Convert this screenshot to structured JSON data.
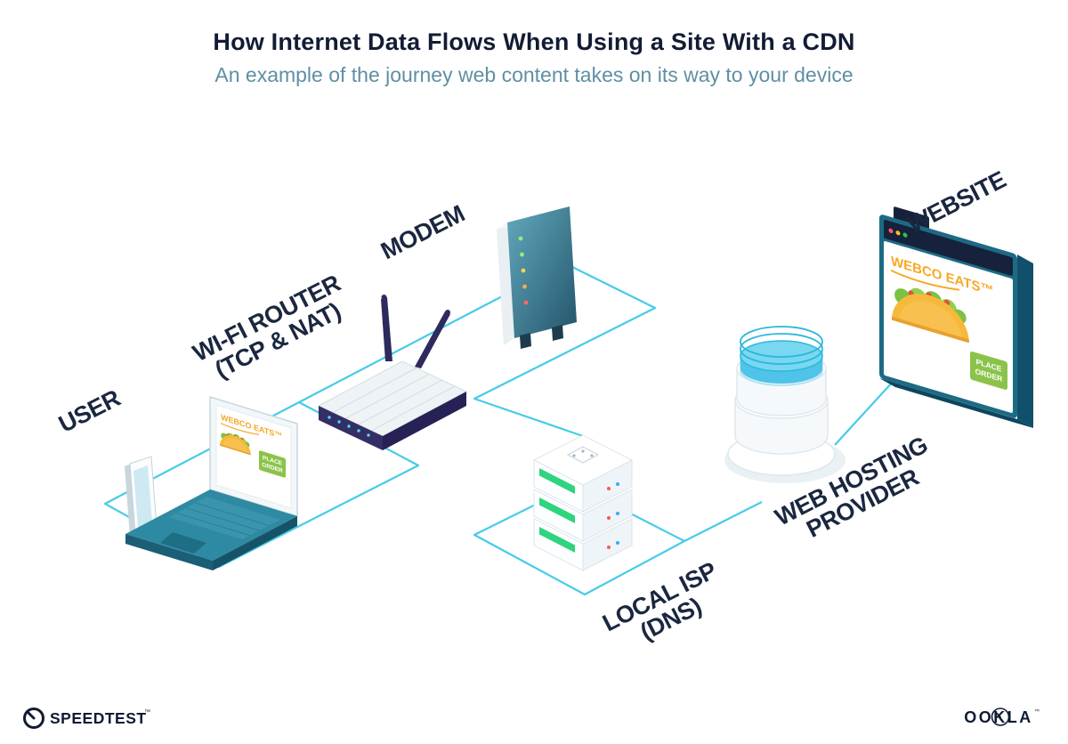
{
  "header": {
    "title": "How Internet Data Flows When Using a Site With a CDN",
    "subtitle": "An example of the journey web content takes on its way to your device"
  },
  "nodes": {
    "user": {
      "label": "USER"
    },
    "router": {
      "label": "WI-FI ROUTER",
      "sublabel": "(TCP & NAT)"
    },
    "modem": {
      "label": "MODEM"
    },
    "isp": {
      "label": "LOCAL ISP",
      "sublabel": "(DNS)"
    },
    "hosting": {
      "label": "WEB HOSTING",
      "sublabel": "PROVIDER"
    },
    "website": {
      "label": "WEBSITE"
    }
  },
  "screens": {
    "site_name": "WEBCO EATS™",
    "place_order": [
      "PLACE",
      "ORDER"
    ]
  },
  "footer": {
    "speedtest": "SPEEDTEST",
    "speedtest_mark": "™",
    "ookla": "OOKLA",
    "ookla_mark": "™"
  },
  "colors": {
    "connection_line": "#47cbe8",
    "navy_text": "#1b2740",
    "subtitle_teal": "#5f8fa3",
    "device_teal": "#2e8aa2",
    "accent_orange": "#f5a623",
    "button_green": "#8bc34a",
    "stripe_green": "#2ed47e"
  }
}
